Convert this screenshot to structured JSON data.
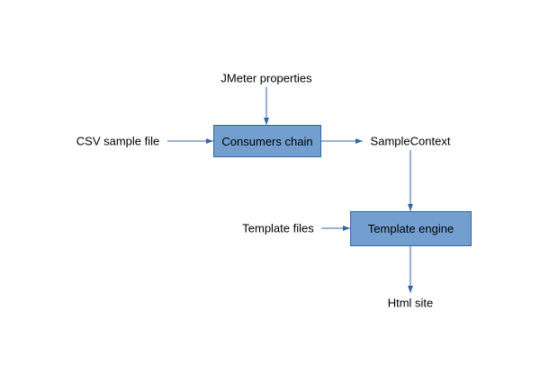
{
  "nodes": {
    "jmeter_properties": "JMeter properties",
    "csv_sample_file": "CSV sample file",
    "consumers_chain": "Consumers chain",
    "sample_context": "SampleContext",
    "template_files": "Template files",
    "template_engine": "Template engine",
    "html_site": "Html site"
  },
  "colors": {
    "box_fill": "#729fcf",
    "box_border": "#3465a4",
    "edge": "#3465a4"
  }
}
